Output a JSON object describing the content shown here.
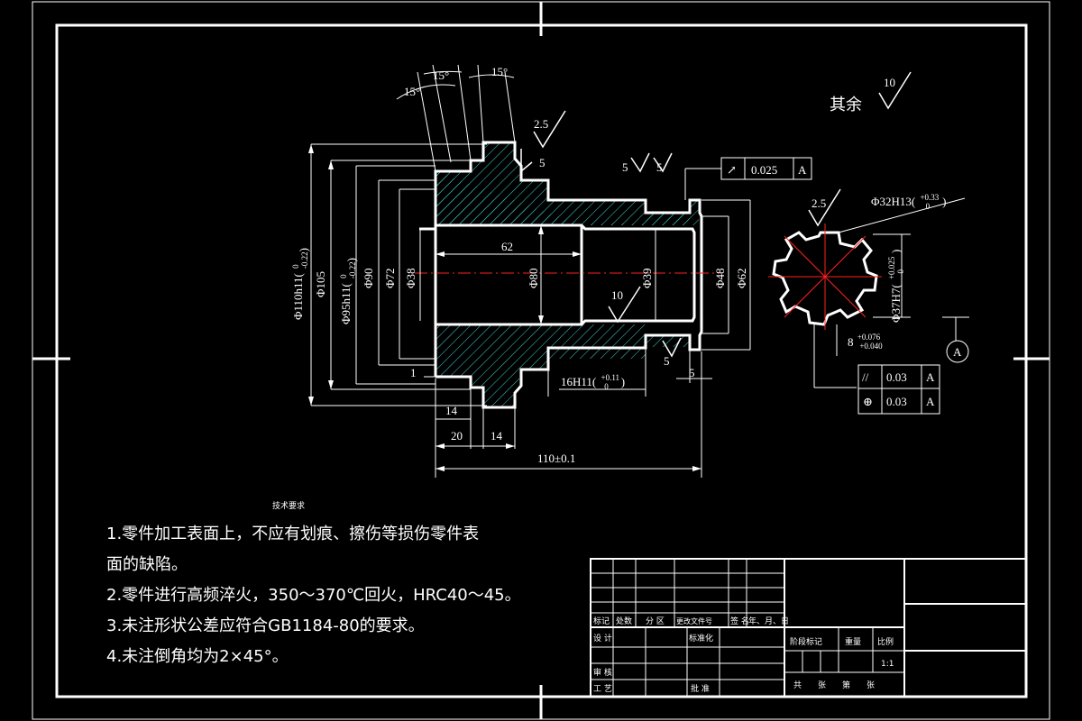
{
  "drawing": {
    "angles": [
      "15°",
      "15°",
      "15°"
    ],
    "roughness": {
      "rest_label": "其余",
      "rest_value": "10",
      "top": "2.5",
      "chamfer": "5",
      "left_flank": "5",
      "right_flank": "5",
      "bore": "10",
      "bottom": "5",
      "spline": "2.5"
    },
    "dimensions": {
      "d110": "Φ110h11(",
      "d110_tol_up": "0",
      "d110_tol_dn": "-0.22",
      "d105": "Φ105",
      "d95": "Φ95h11(",
      "d95_tol_up": "0",
      "d95_tol_dn": "-0.22",
      "d90": "Φ90",
      "d72": "Φ72",
      "d38": "Φ38",
      "len62": "62",
      "d80": "Φ80",
      "d39": "Φ39",
      "d48": "Φ48",
      "d62": "Φ62",
      "one": "1",
      "w16": "16H11(",
      "w16_tol_up": "+0.11",
      "w16_tol_dn": "0",
      "five": "5",
      "l14a": "14",
      "l20": "20",
      "l14b": "14",
      "total": "110±0.1",
      "spline_d32": "Φ32H13(",
      "spline_d32_up": "+0.33",
      "spline_d32_dn": "0",
      "spline_d37": "Φ37H7(",
      "spline_d37_up": "+0.025",
      "spline_d37_dn": "0",
      "spline_w": "8",
      "spline_w_up": "+0.076",
      "spline_w_dn": "+0.040"
    },
    "tolerance_frames": [
      {
        "symbol": "↗",
        "value": "0.025",
        "datum": "A"
      },
      {
        "symbol": "//",
        "value": "0.03",
        "datum": "A"
      },
      {
        "symbol": "⊕",
        "value": "0.03",
        "datum": "A"
      }
    ],
    "datum_label": "A"
  },
  "notes": {
    "title": "技术要求",
    "lines": [
      "1.零件加工表面上，不应有划痕、擦伤等损伤零件表",
      "面的缺陷。",
      "2.零件进行高频淬火，350～370℃回火，HRC40～45。",
      "3.未注形状公差应符合GB1184-80的要求。",
      "4.未注倒角均为2×45°。"
    ]
  },
  "title_block": {
    "row_labels": [
      "标记",
      "处数",
      "分 区",
      "更改文件号",
      "签 名",
      "年、月、日"
    ],
    "design": "设 计",
    "standard": "标准化",
    "stage": "阶段标记",
    "weight": "重量",
    "scale_label": "比例",
    "scale": "1:1",
    "review": "审 核",
    "process": "工 艺",
    "approve": "批 准",
    "sheets": "共　　张　　第　　张"
  },
  "colors": {
    "line": "#ffffff",
    "hatch": "#3fd3cf",
    "center": "#ff2020",
    "background": "#000000"
  }
}
